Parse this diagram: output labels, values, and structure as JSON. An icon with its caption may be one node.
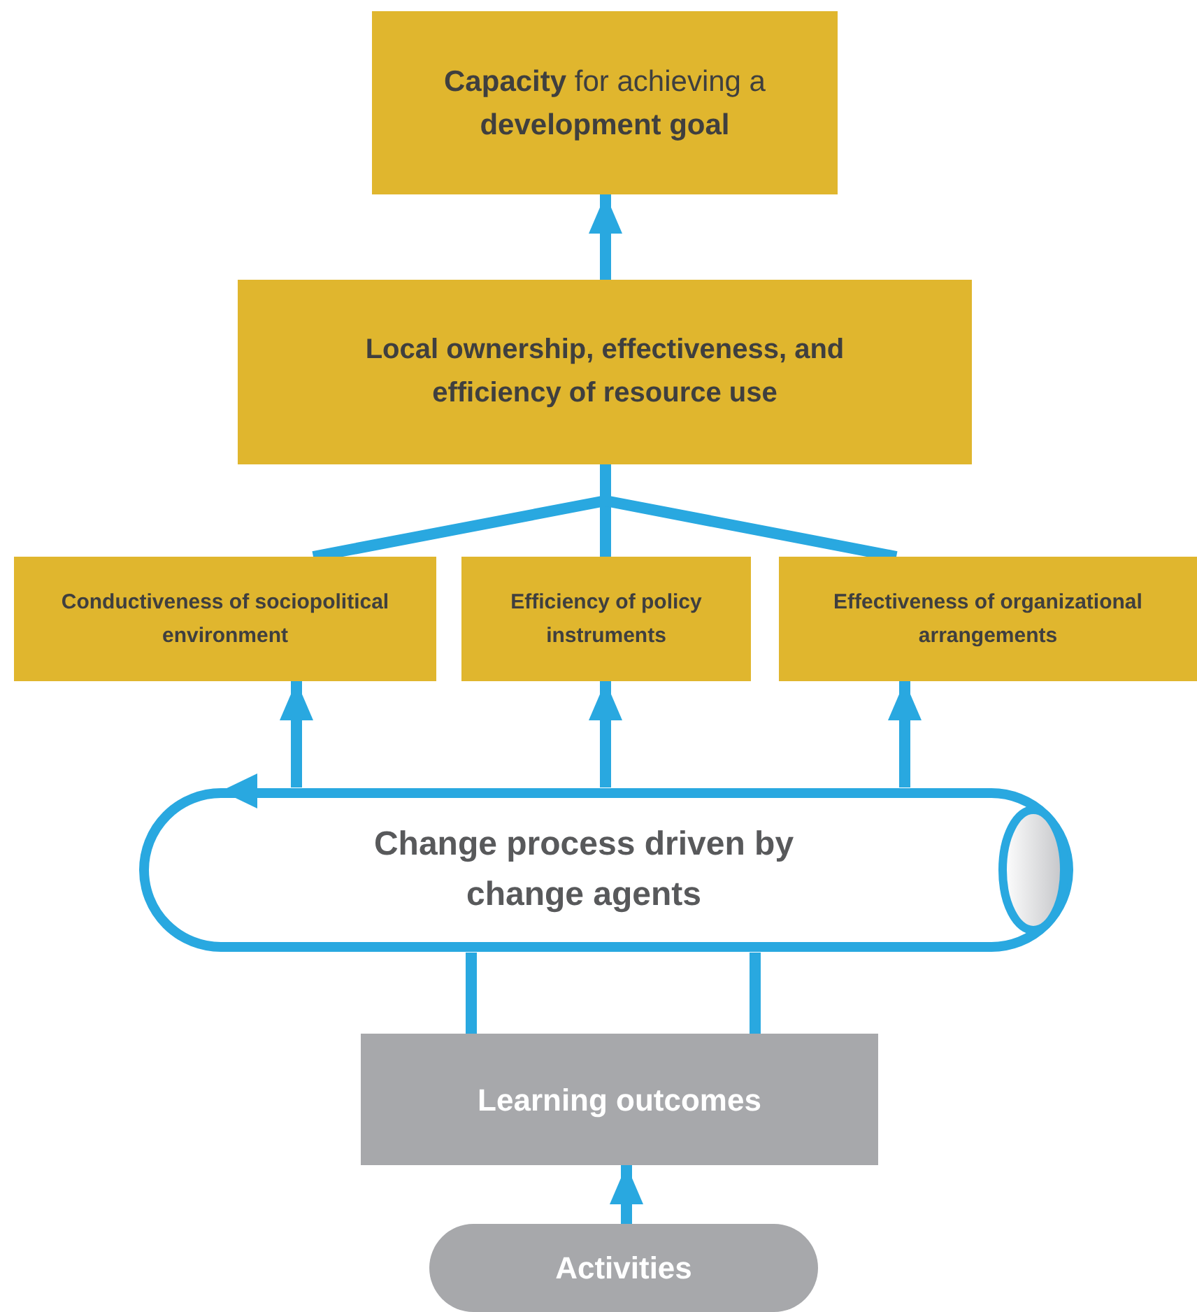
{
  "diagram": {
    "nodes": [
      {
        "text": [
          "**Capacity** for achieving a **development goal**"
        ]
      },
      {
        "text": [
          "Local ownership, effectiveness, and efficiency of resource use"
        ]
      },
      {
        "text": [
          "Conductiveness of sociopolitical environment"
        ]
      },
      {
        "text": [
          "Efficiency of policy instruments"
        ]
      },
      {
        "text": [
          "Effectiveness of organizational arrangements"
        ]
      },
      {
        "text": [
          "Change process driven by change agents"
        ]
      },
      {
        "text": [
          "Learning outcomes"
        ]
      },
      {
        "text": [
          "Activities"
        ]
      }
    ],
    "edges": [
      {
        "from": 1,
        "to": 0,
        "arrow": "to"
      },
      {
        "from": 2,
        "to": 1,
        "arrow": "none"
      },
      {
        "from": 3,
        "to": 1,
        "arrow": "none"
      },
      {
        "from": 4,
        "to": 1,
        "arrow": "none"
      },
      {
        "from": 5,
        "to": 2,
        "arrow": "to"
      },
      {
        "from": 5,
        "to": 3,
        "arrow": "to"
      },
      {
        "from": 5,
        "to": 4,
        "arrow": "to"
      },
      {
        "from": 6,
        "to": 5,
        "arrow": "none"
      },
      {
        "from": 6,
        "to": 5,
        "arrow": "none"
      },
      {
        "from": 7,
        "to": 6,
        "arrow": "to"
      }
    ]
  }
}
